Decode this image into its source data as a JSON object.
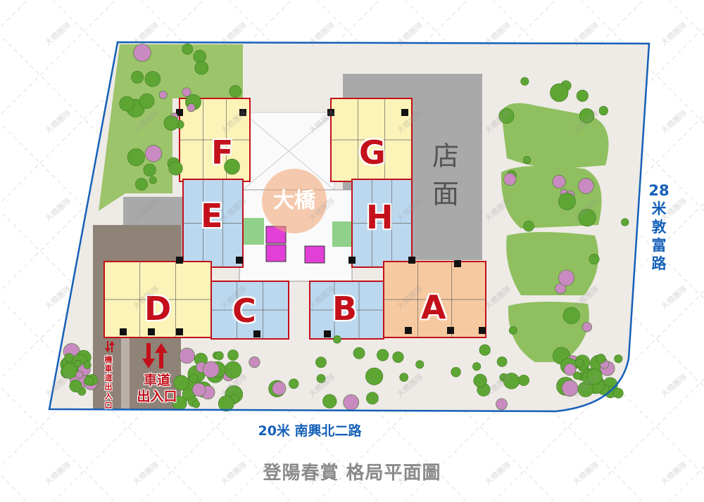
{
  "plan": {
    "title": "登陽春賞 格局平面圖",
    "road_bottom": "20米 南興北二路",
    "road_right": [
      "28",
      "米",
      "敦",
      "富",
      "路"
    ],
    "shop_label": [
      "店",
      "面"
    ],
    "driveway_label": [
      "車道",
      "出入口"
    ],
    "moto_label": [
      "機",
      "車",
      "道",
      "出",
      "入",
      "口"
    ],
    "watermark": "大橋團隊",
    "logo_text": "大橋",
    "units": [
      {
        "id": "F",
        "color": "#fbf3b8"
      },
      {
        "id": "G",
        "color": "#fbf3b8"
      },
      {
        "id": "E",
        "color": "#bcd8ef"
      },
      {
        "id": "H",
        "color": "#bcd8ef"
      },
      {
        "id": "D",
        "color": "#fbf3b8"
      },
      {
        "id": "C",
        "color": "#bcd8ef"
      },
      {
        "id": "B",
        "color": "#bcd8ef"
      },
      {
        "id": "A",
        "color": "#f6c9a0"
      }
    ]
  },
  "colors": {
    "boundary": "#1560b8",
    "unit_label": "#c3101a",
    "shop": "#a9a9a9",
    "elevator": "#e23fd7",
    "stair": "#8fd08a"
  }
}
